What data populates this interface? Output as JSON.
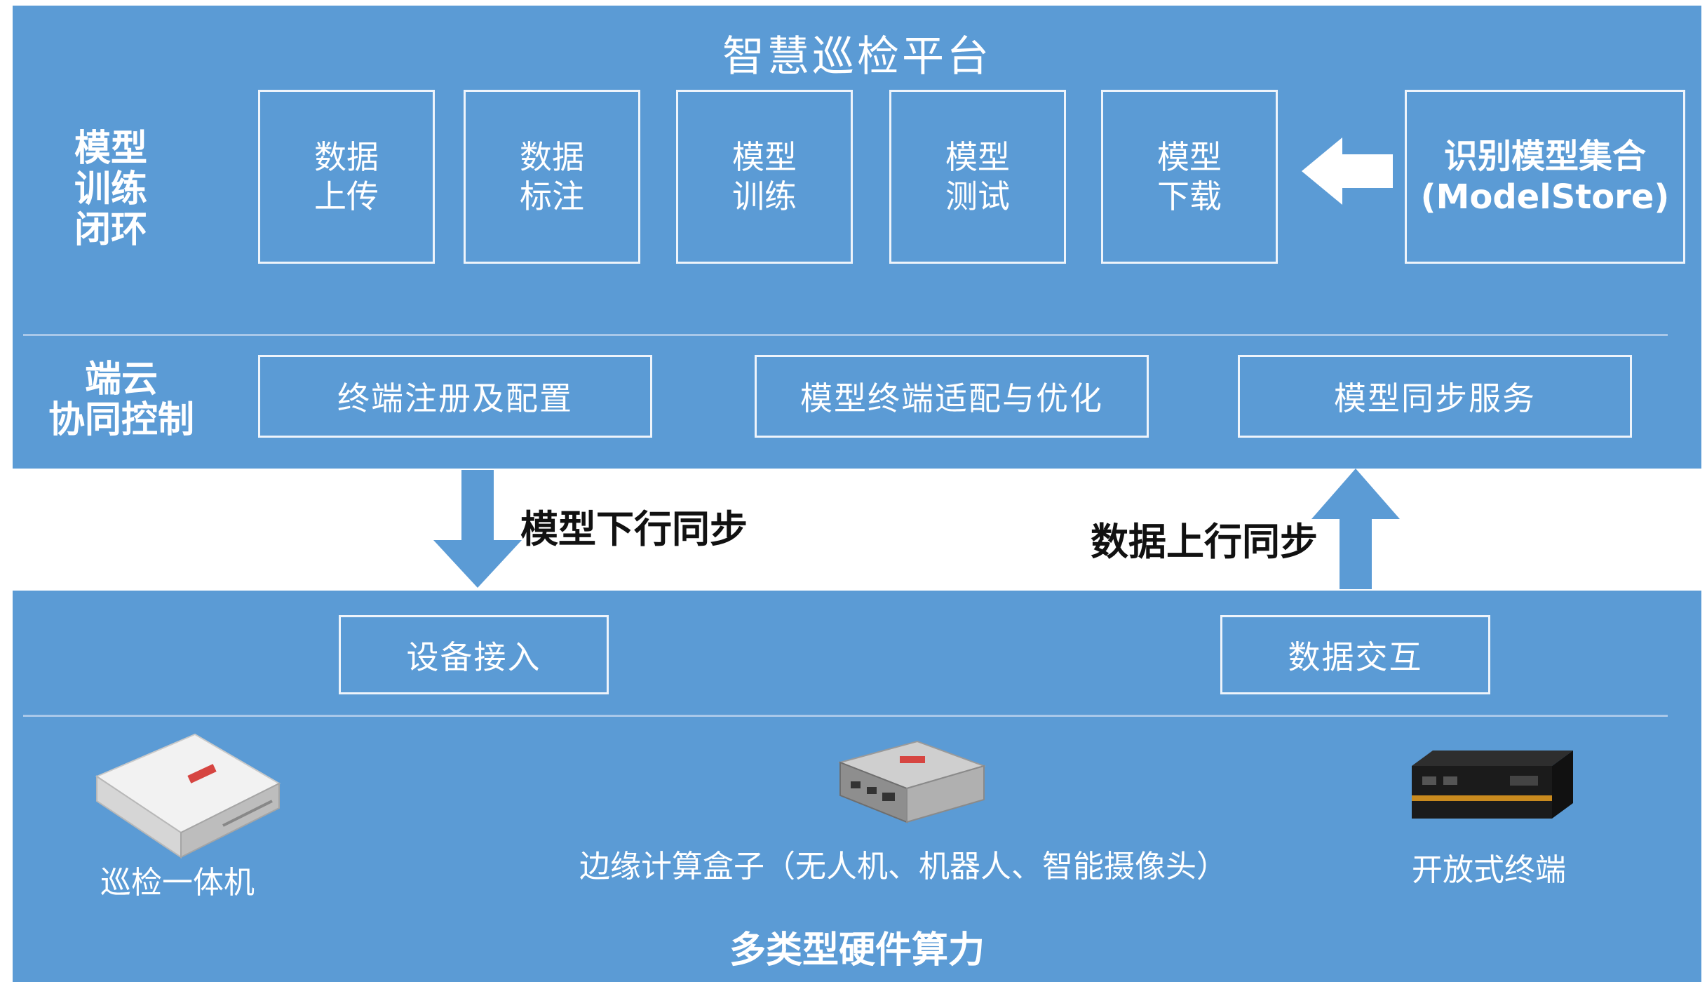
{
  "platform": {
    "title": "智慧巡检平台",
    "training_loop_label": "模型\n训练\n闭环",
    "stages": [
      "数据\n上传",
      "数据\n标注",
      "模型\n训练",
      "模型\n测试",
      "模型\n下载"
    ],
    "model_store": "识别模型集合\n(ModelStore)",
    "collab_label": "端云\n协同控制",
    "collab_items": [
      "终端注册及配置",
      "模型终端适配与优化",
      "模型同步服务"
    ]
  },
  "flows": {
    "down": "模型下行同步",
    "up": "数据上行同步"
  },
  "hardware": {
    "access": "设备接入",
    "interaction": "数据交互",
    "devices": [
      "巡检一体机",
      "边缘计算盒子（无人机、机器人、智能摄像头）",
      "开放式终端"
    ],
    "footer": "多类型硬件算力"
  },
  "colors": {
    "panel": "#5b9bd5",
    "arrow": "#5b9bd5",
    "border": "#eef4fb",
    "flow_text": "#111111"
  }
}
